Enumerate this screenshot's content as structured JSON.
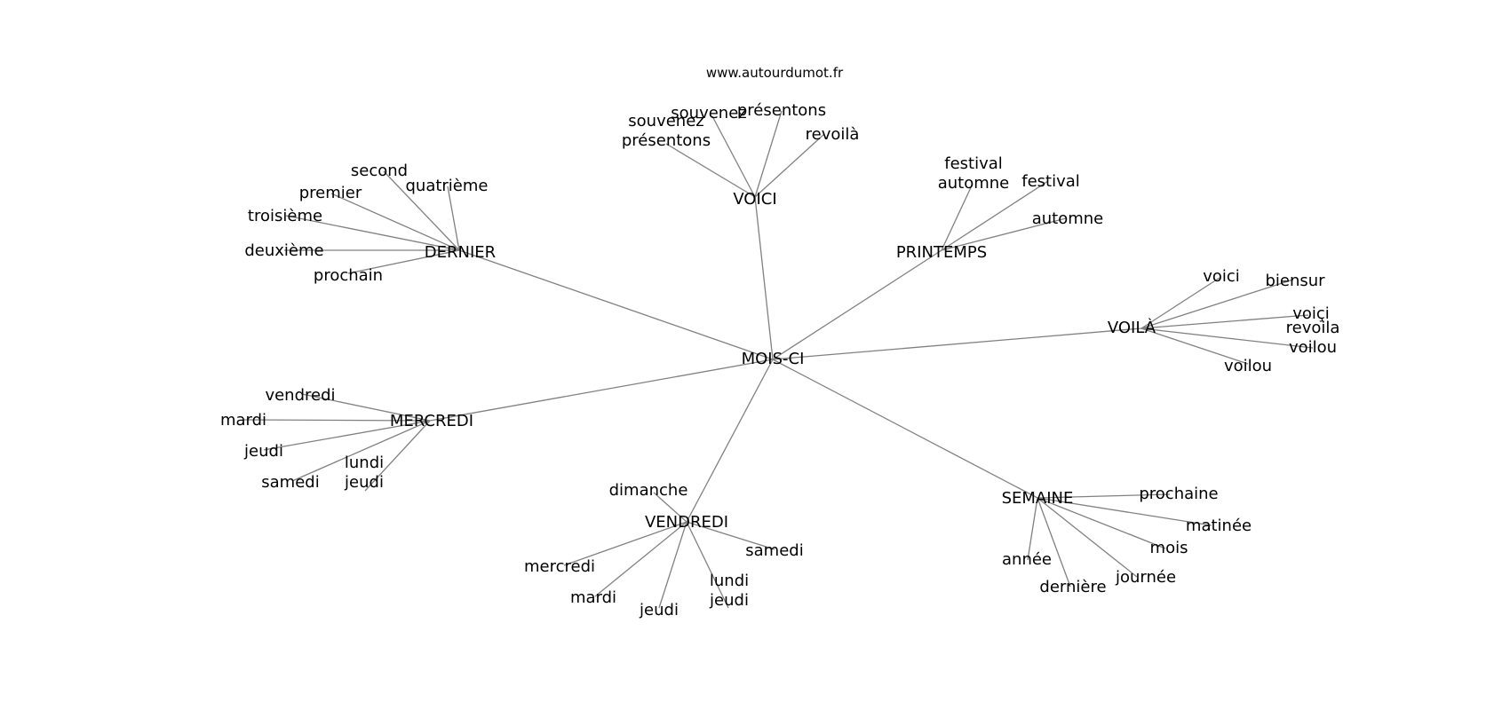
{
  "source": "www.autourdumot.fr",
  "center": "MOIS-CI",
  "groups": [
    {
      "hub": "VOICI",
      "leaves": [
        "souvenez",
        "présentons",
        "souvenez\nprésentons",
        "revoilà"
      ]
    },
    {
      "hub": "DERNIER",
      "leaves": [
        "second",
        "quatrième",
        "premier",
        "troisième",
        "deuxième",
        "prochain"
      ]
    },
    {
      "hub": "PRINTEMPS",
      "leaves": [
        "festival\nautomne",
        "festival",
        "automne"
      ]
    },
    {
      "hub": "VOILÀ",
      "leaves": [
        "voici",
        "biensur",
        "voiçi",
        "revoila\nvoilou",
        "voilou"
      ]
    },
    {
      "hub": "MERCREDI",
      "leaves": [
        "vendredi",
        "mardi",
        "jeudi",
        "samedi",
        "lundi\njeudi"
      ]
    },
    {
      "hub": "VENDREDI",
      "leaves": [
        "dimanche",
        "samedi",
        "mercredi",
        "mardi",
        "jeudi",
        "lundi\njeudi"
      ]
    },
    {
      "hub": "SEMAINE",
      "leaves": [
        "prochaine",
        "matinée",
        "mois",
        "année",
        "dernière",
        "journée"
      ]
    }
  ]
}
